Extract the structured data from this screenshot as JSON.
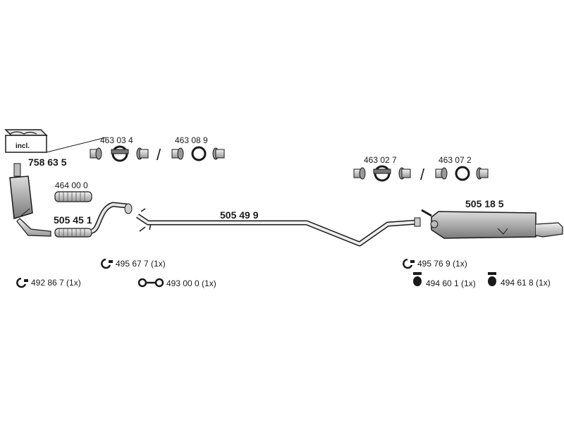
{
  "kit": {
    "incl_label": "incl.",
    "number": "758 63 5"
  },
  "parts": {
    "front_pipe": "464 00 0",
    "flex_pipe": "505 45 1",
    "middle_pipe": "505 49 9",
    "rear_silencer": "505 18 5"
  },
  "clamp_sets": {
    "left_a": "463 03 4",
    "left_b": "463 08 9",
    "right_a": "463 02 7",
    "right_b": "463 07 2",
    "separator": "/"
  },
  "fittings": {
    "clamp_left": "492 86 7 (1x)",
    "clamp_mid": "495 67 7 (1x)",
    "hanger_mid": "493 00 0 (1x)",
    "clamp_right": "495 76 9 (1x)",
    "rubber_a": "494 60 1 (1x)",
    "rubber_b": "494 61 8 (1x)"
  },
  "colors": {
    "line": "#1a1a1a",
    "fill_light": "#d9d9d9",
    "fill_mid": "#a8a8a8",
    "fill_dark": "#6e6e6e"
  }
}
